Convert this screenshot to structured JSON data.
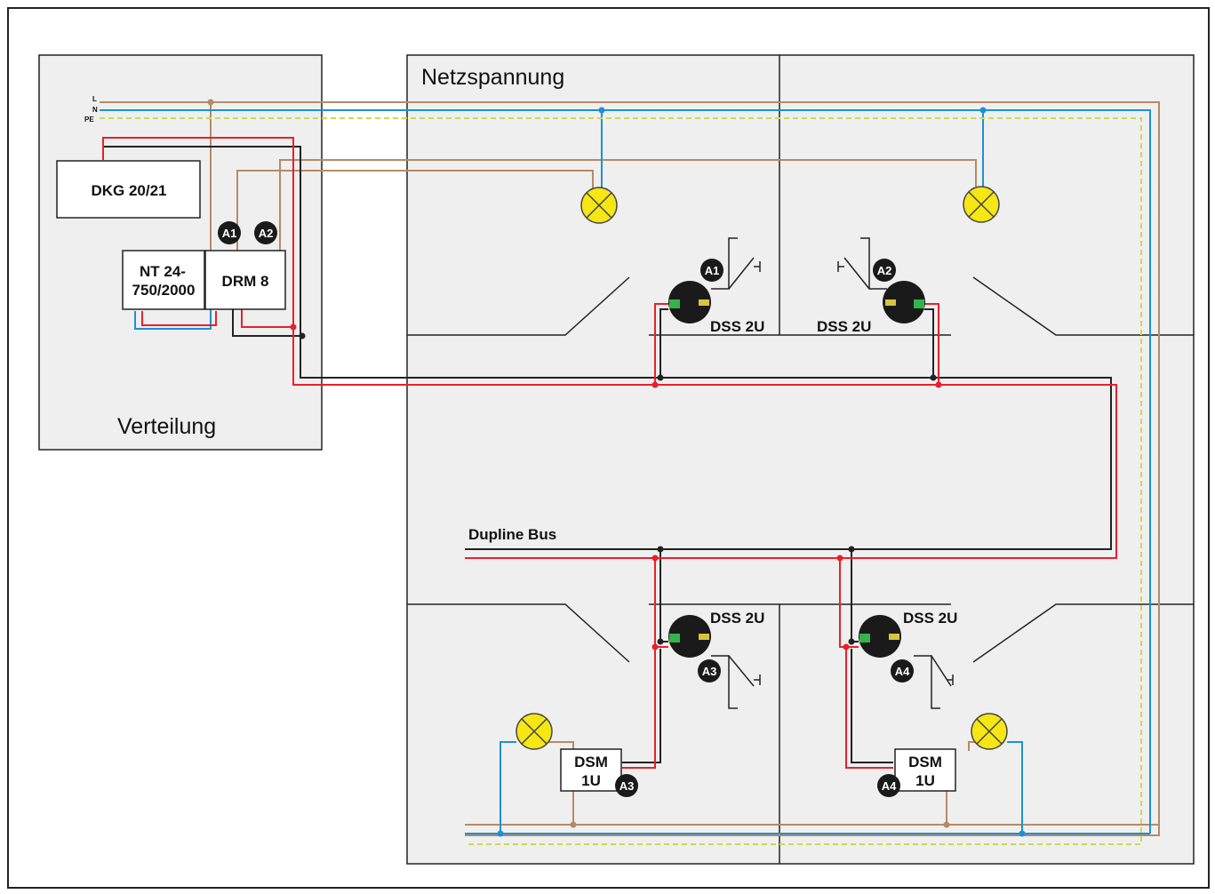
{
  "zones": {
    "distribution": "Verteilung",
    "mains": "Netzspannung"
  },
  "conductors": {
    "l": "L",
    "n": "N",
    "pe": "PE"
  },
  "bus_label": "Dupline Bus",
  "devices": {
    "dkg": "DKG 20/21",
    "nt_line1": "NT 24-",
    "nt_line2": "750/2000",
    "drm": "DRM 8",
    "dss1": "DSS 2U",
    "dss2": "DSS 2U",
    "dss3": "DSS 2U",
    "dss4": "DSS 2U",
    "dsm3_line1": "DSM",
    "dsm3_line2": "1U",
    "dsm4_line1": "DSM",
    "dsm4_line2": "1U"
  },
  "markers": {
    "a1": "A1",
    "a2": "A2",
    "a3": "A3",
    "a4": "A4"
  },
  "colors": {
    "l_wire": "#b58a68",
    "n_wire": "#1e90d2",
    "pe_wire": "#c8dc50",
    "bus_plus": "#e8202a",
    "bus_minus": "#222222",
    "lamp_fill": "#f5e614",
    "room_fill": "#efefef"
  }
}
